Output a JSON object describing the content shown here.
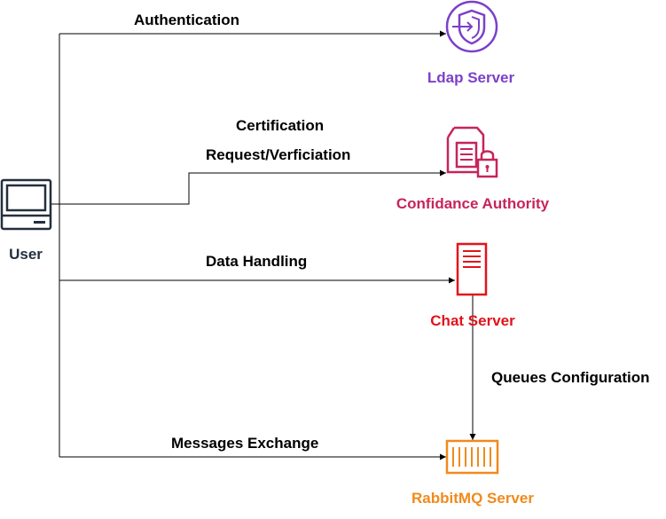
{
  "colors": {
    "user": "#232f3e",
    "ldap": "#7b40c9",
    "ca": "#c7245b",
    "chat": "#e3121b",
    "rabbit": "#f08a1c",
    "edge": "#000000"
  },
  "nodes": {
    "user": {
      "label": "User",
      "icon": "laptop-icon"
    },
    "ldap": {
      "label": "Ldap Server",
      "icon": "identity-shield-icon"
    },
    "ca": {
      "label": "Confidance Authority",
      "icon": "certificate-authority-icon"
    },
    "chat": {
      "label": "Chat Server",
      "icon": "server-icon"
    },
    "rabbit": {
      "label": "RabbitMQ Server",
      "icon": "queue-icon"
    }
  },
  "edges": {
    "auth": "Authentication",
    "cert_line1": "Certification",
    "cert_line2": "Request/Verficiation",
    "data": "Data Handling",
    "queues": "Queues Configuration",
    "messages": "Messages Exchange"
  }
}
